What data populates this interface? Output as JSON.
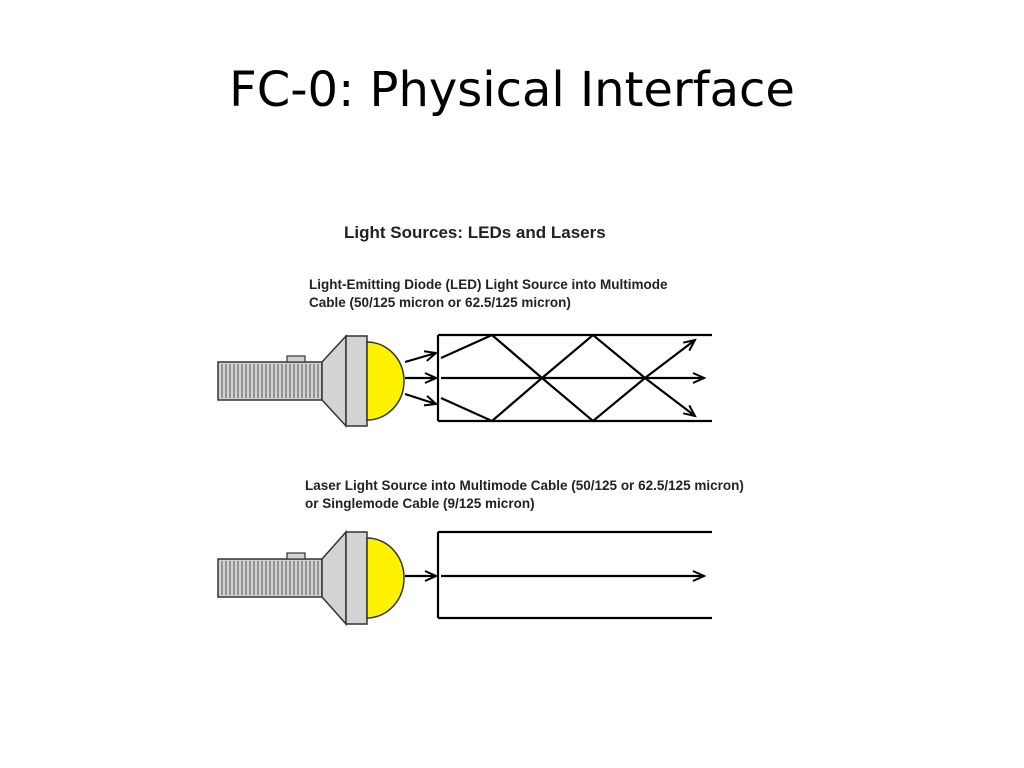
{
  "slide": {
    "title": "FC-0: Physical Interface"
  },
  "diagram": {
    "title": "Light Sources: LEDs and Lasers",
    "led_panel": {
      "caption_line1": "Light-Emitting Diode (LED) Light Source into Multimode",
      "caption_line2": "Cable (50/125 micron or 62.5/125 micron)"
    },
    "laser_panel": {
      "caption_line1": "Laser Light Source into Multimode Cable (50/125 or 62.5/125 micron)",
      "caption_line2": "or Singlemode Cable (9/125 micron)"
    },
    "colors": {
      "lens": "#FFF200",
      "body": "#D3D3D3",
      "lines": "#000000"
    },
    "icons": [
      "flashlight-icon",
      "arrow-icon"
    ]
  }
}
